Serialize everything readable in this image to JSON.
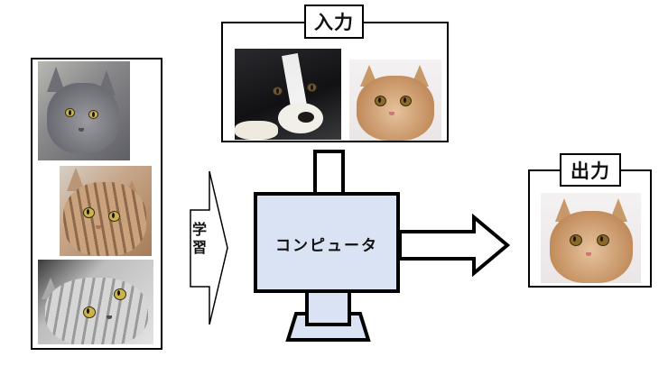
{
  "diagram": {
    "title": "Machine learning image classification diagram",
    "colors": {
      "stroke": "#000000",
      "screen_fill": "#dae3f3",
      "background": "#ffffff"
    },
    "training_set": {
      "label": "",
      "images": [
        {
          "name": "gray-cat-photo",
          "description": "Gray short-haired cat with yellow eyes"
        },
        {
          "name": "tabby-cat-photo",
          "description": "Brown tabby cat with amber eyes"
        },
        {
          "name": "silver-tabby-cat-photo",
          "description": "Silver tabby cat tilting head"
        }
      ]
    },
    "learning_arrow": {
      "label": "学習"
    },
    "input": {
      "label": "入力",
      "images": [
        {
          "name": "border-collie-dog-photo",
          "description": "Black and white border collie lying down"
        },
        {
          "name": "fluffy-ginger-cat-photo",
          "description": "Fluffy ginger long-haired cat"
        }
      ]
    },
    "computer": {
      "label": "コンピュータ"
    },
    "output": {
      "label": "出力",
      "images": [
        {
          "name": "fluffy-ginger-cat-photo",
          "description": "Fluffy ginger long-haired cat (classified result)"
        }
      ]
    }
  }
}
